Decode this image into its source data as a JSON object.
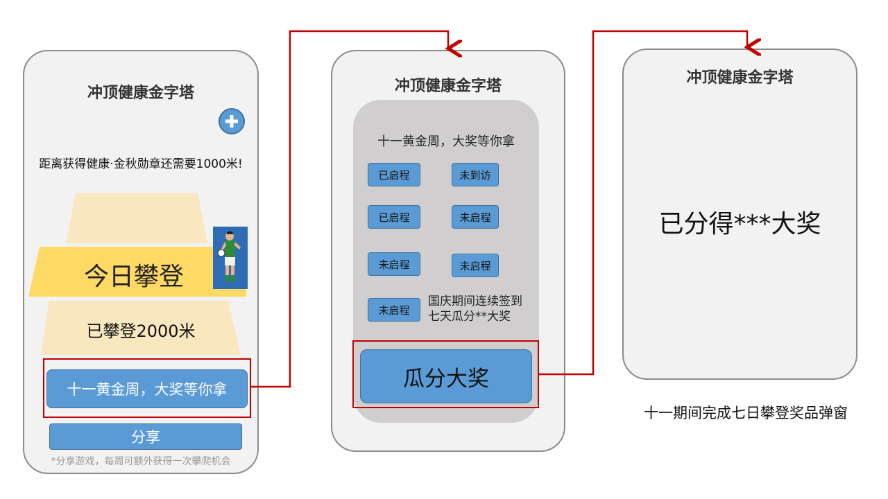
{
  "screen1": {
    "title": "冲顶健康金字塔",
    "plus_icon": "plus-circle-icon",
    "distance_text": "距离获得健康·金秋勋章还需要1000米!",
    "today_climb": "今日攀登",
    "climbed_text": "已攀登2000米",
    "promo_button": "十一黄金周，大奖等你拿",
    "share_button": "分享",
    "share_note": "*分享游戏，每周可额外获得一次攀爬机会"
  },
  "screen2": {
    "title": "冲顶健康金字塔",
    "subtitle": "十一黄金周，大奖等你拿",
    "days": [
      {
        "label": "已启程"
      },
      {
        "label": "未到访"
      },
      {
        "label": "已启程"
      },
      {
        "label": "未启程"
      },
      {
        "label": "未启程"
      },
      {
        "label": "未启程"
      },
      {
        "label": "未启程"
      }
    ],
    "note_line1": "国庆期间连续签到",
    "note_line2": "七天瓜分**大奖",
    "share_prize_button": "瓜分大奖"
  },
  "screen3": {
    "title": "冲顶健康金字塔",
    "prize_text": "已分得***大奖",
    "caption": "十一期间完成七日攀登奖品弹窗"
  },
  "colors": {
    "button_blue": "#5b9bd5",
    "highlight_red": "#c00000",
    "pyramid_yellow": "#ffd966",
    "pyramid_light": "#f8e7bf"
  }
}
